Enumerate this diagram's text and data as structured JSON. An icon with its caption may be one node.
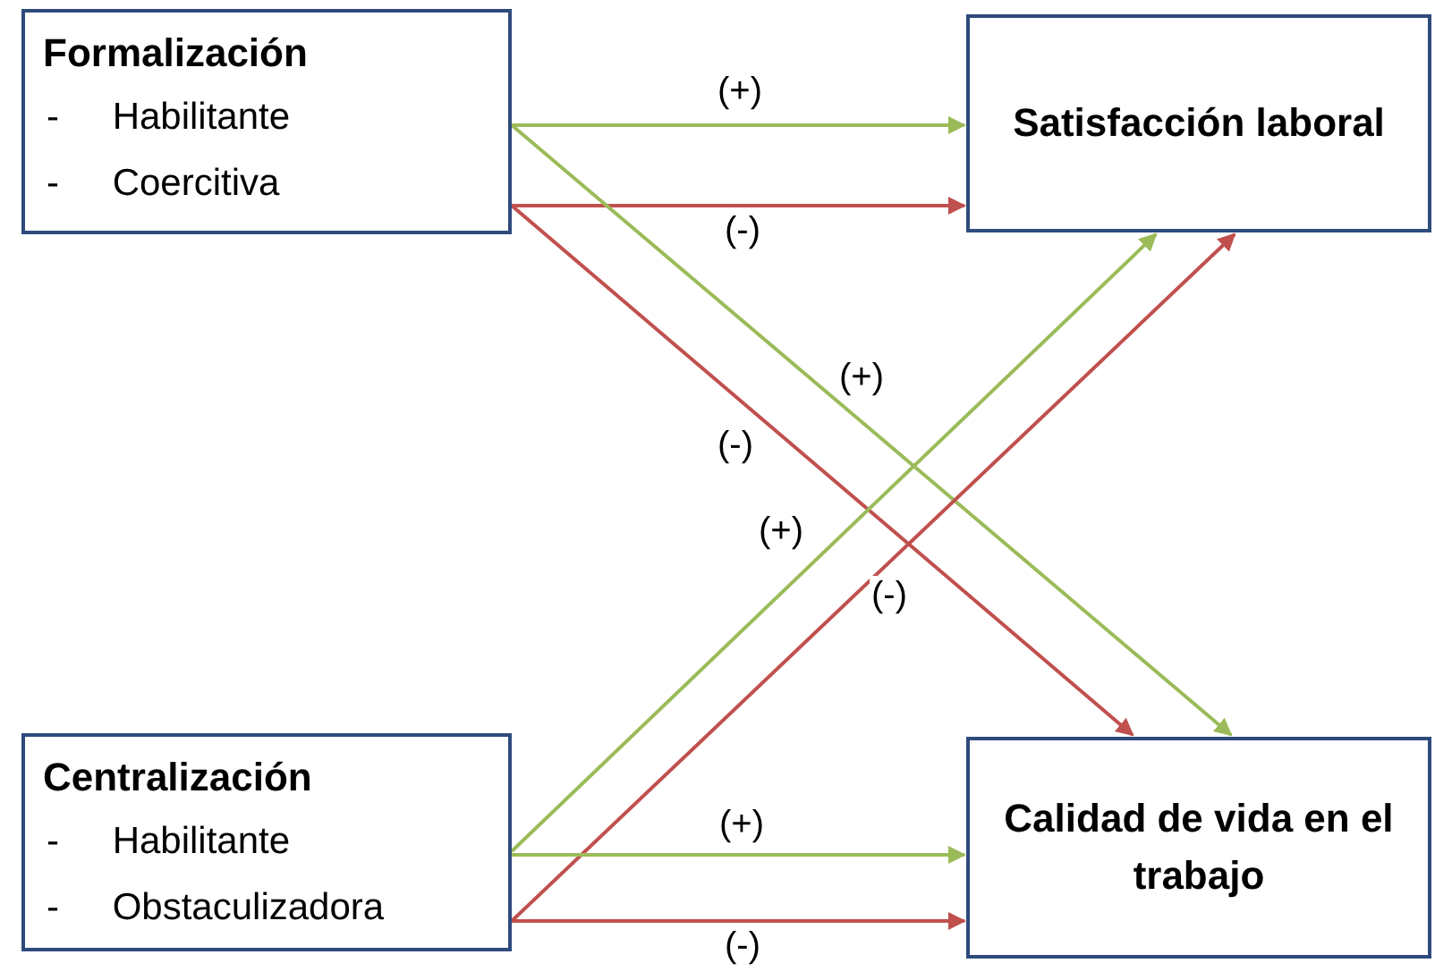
{
  "diagram": {
    "nodes": [
      {
        "text": [
          "Formalización",
          "- Habilitante",
          "- Coercitiva"
        ]
      },
      {
        "text": [
          "Satisfacción laboral"
        ]
      },
      {
        "text": [
          "Centralización",
          "- Habilitante",
          "- Obstaculizadora"
        ]
      },
      {
        "text": [
          "Calidad de vida en el trabajo"
        ]
      }
    ],
    "edges": [
      {
        "from": 0,
        "to": 1,
        "arrow": "to",
        "label": "(+)",
        "color": "#9bbb59"
      },
      {
        "from": 0,
        "to": 1,
        "arrow": "to",
        "label": "(-)",
        "color": "#c0504d"
      },
      {
        "from": 0,
        "to": 3,
        "arrow": "to",
        "label": "(+)",
        "color": "#9bbb59"
      },
      {
        "from": 0,
        "to": 3,
        "arrow": "to",
        "label": "(-)",
        "color": "#c0504d"
      },
      {
        "from": 2,
        "to": 1,
        "arrow": "to",
        "label": "(+)",
        "color": "#9bbb59"
      },
      {
        "from": 2,
        "to": 1,
        "arrow": "to",
        "label": "(-)",
        "color": "#c0504d"
      },
      {
        "from": 2,
        "to": 3,
        "arrow": "to",
        "label": "(+)",
        "color": "#9bbb59"
      },
      {
        "from": 2,
        "to": 3,
        "arrow": "to",
        "label": "(-)",
        "color": "#c0504d"
      }
    ]
  }
}
